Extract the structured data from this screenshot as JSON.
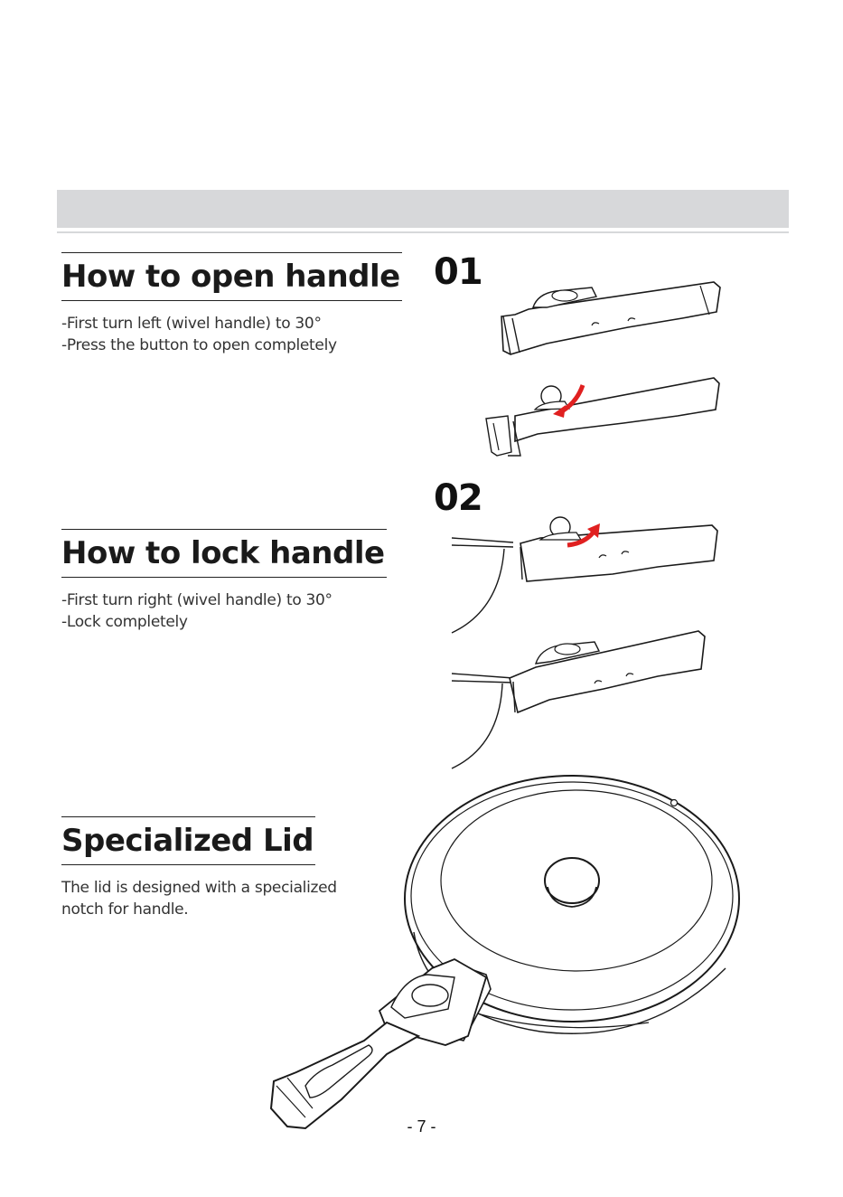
{
  "sections": [
    {
      "title": "How to open handle",
      "lines": [
        "-First turn left (wivel handle) to 30°",
        "-Press the button to open completely"
      ]
    },
    {
      "title": "How to lock handle",
      "lines": [
        "-First turn right (wivel handle) to 30°",
        "-Lock completely"
      ]
    },
    {
      "title": "Specialized Lid",
      "lines": [
        "The lid is designed with a specialized",
        "notch for handle."
      ]
    }
  ],
  "steps": [
    "01",
    "02"
  ],
  "page_number": "- 7 -",
  "colors": {
    "band": "#d7d8da",
    "arrow": "#e02020",
    "ink": "#1a1a1a"
  }
}
